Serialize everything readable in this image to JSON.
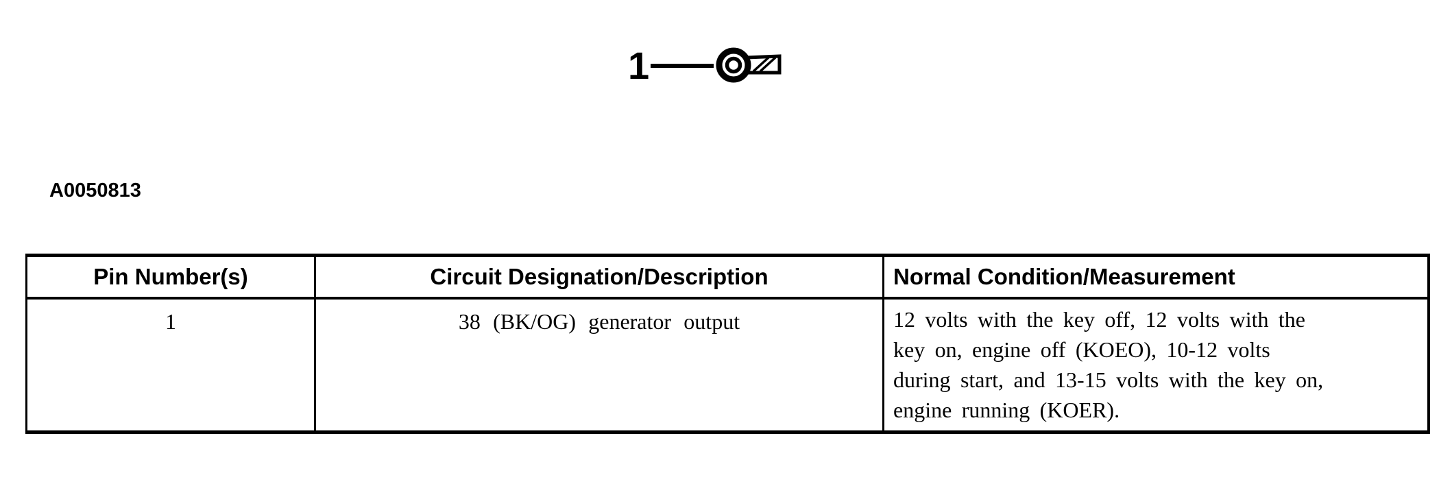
{
  "colors": {
    "ink": "#000000",
    "paper": "#ffffff"
  },
  "callout": {
    "number": "1",
    "icon": "ring-terminal"
  },
  "figure_id": "A0050813",
  "pin_table": {
    "headers": {
      "pin": "Pin Number(s)",
      "circuit": "Circuit Designation/Description",
      "condition": "Normal Condition/Measurement"
    },
    "rows": [
      {
        "pin": "1",
        "circuit": "38 (BK/OG) generator output",
        "condition": "12 volts with the key off, 12 volts with the\nkey on, engine off (KOEO), 10-12 volts\nduring start, and 13-15 volts with the key on,\nengine running (KOER)."
      }
    ]
  }
}
